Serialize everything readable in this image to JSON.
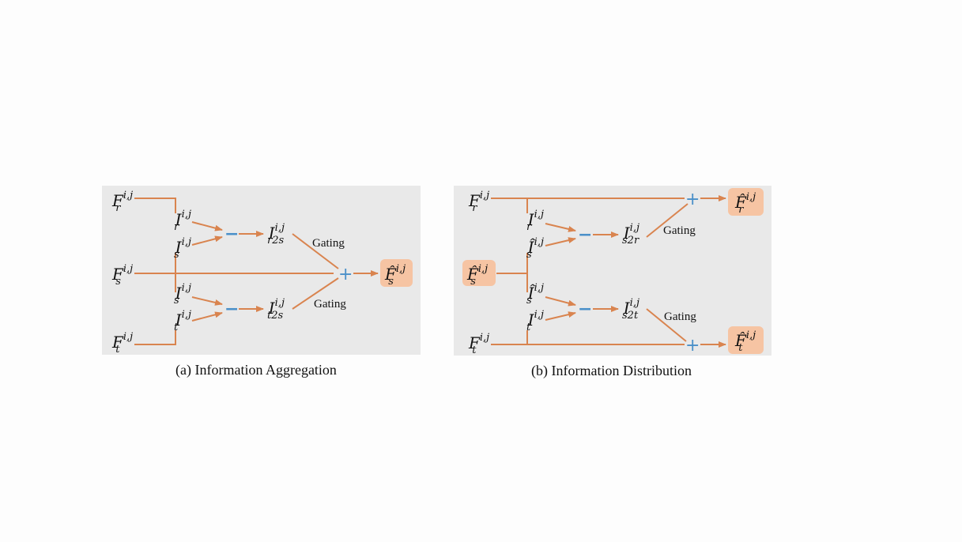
{
  "panel_a": {
    "inputs": {
      "top": "F",
      "top_sub": "r",
      "mid": "F",
      "mid_sub": "s",
      "bot": "F",
      "bot_sub": "t"
    },
    "superscript": "i,j",
    "inter_top_1": {
      "base": "I",
      "sub": "r"
    },
    "inter_top_2": {
      "base": "I",
      "sub": "s"
    },
    "inter_bot_1": {
      "base": "I",
      "sub": "s"
    },
    "inter_bot_2": {
      "base": "I",
      "sub": "t"
    },
    "diff_top": {
      "base": "I",
      "sub": "r2s"
    },
    "diff_bot": {
      "base": "I",
      "sub": "t2s"
    },
    "gating_top": "Gating",
    "gating_bot": "Gating",
    "output": {
      "base": "F̂",
      "sub": "s"
    },
    "caption": "(a) Information Aggregation"
  },
  "panel_b": {
    "inputs": {
      "top": "F",
      "top_sub": "r",
      "bot": "F",
      "bot_sub": "t"
    },
    "center_input": {
      "base": "F̂",
      "sub": "s"
    },
    "superscript": "i,j",
    "inter_top_1": {
      "base": "I",
      "sub": "r"
    },
    "inter_top_2": {
      "base": "Î",
      "sub": "s"
    },
    "inter_bot_1": {
      "base": "Î",
      "sub": "s"
    },
    "inter_bot_2": {
      "base": "I",
      "sub": "t"
    },
    "diff_top": {
      "base": "I",
      "sub": "s2r"
    },
    "diff_bot": {
      "base": "I",
      "sub": "s2t"
    },
    "gating_top": "Gating",
    "gating_bot": "Gating",
    "output_top": {
      "base": "F̂",
      "sub": "r"
    },
    "output_bot": {
      "base": "F̂",
      "sub": "t"
    },
    "caption": "(b) Information Distribution"
  },
  "operators": {
    "minus": "−",
    "plus": "+"
  },
  "colors": {
    "wire": "#d9844f",
    "operator": "#4a90c9",
    "panel": "#e9e9e9",
    "highlight": "#f6c4a3"
  }
}
